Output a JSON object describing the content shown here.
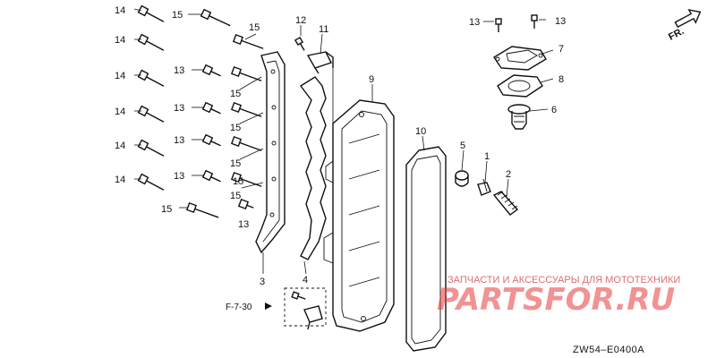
{
  "diagram": {
    "part_labels": [
      {
        "id": "p14a",
        "text": "14"
      },
      {
        "id": "p14b",
        "text": "14"
      },
      {
        "id": "p14c",
        "text": "14"
      },
      {
        "id": "p14d",
        "text": "14"
      },
      {
        "id": "p14e",
        "text": "14"
      },
      {
        "id": "p14f",
        "text": "14"
      },
      {
        "id": "p15a",
        "text": "15"
      },
      {
        "id": "p15b",
        "text": "15"
      },
      {
        "id": "p15c",
        "text": "15"
      },
      {
        "id": "p15d",
        "text": "15"
      },
      {
        "id": "p15e",
        "text": "15"
      },
      {
        "id": "p15f",
        "text": "15"
      },
      {
        "id": "p15g",
        "text": "15"
      },
      {
        "id": "p15h",
        "text": "15"
      },
      {
        "id": "p13a",
        "text": "13"
      },
      {
        "id": "p13b",
        "text": "13"
      },
      {
        "id": "p13c",
        "text": "13"
      },
      {
        "id": "p13d",
        "text": "13"
      },
      {
        "id": "p13e",
        "text": "13"
      },
      {
        "id": "p13f",
        "text": "13"
      },
      {
        "id": "p13g",
        "text": "13"
      },
      {
        "id": "p12",
        "text": "12"
      },
      {
        "id": "p11",
        "text": "11"
      },
      {
        "id": "p9",
        "text": "9"
      },
      {
        "id": "p10",
        "text": "10"
      },
      {
        "id": "p5",
        "text": "5"
      },
      {
        "id": "p1",
        "text": "1"
      },
      {
        "id": "p2",
        "text": "2"
      },
      {
        "id": "p7",
        "text": "7"
      },
      {
        "id": "p8",
        "text": "8"
      },
      {
        "id": "p6",
        "text": "6"
      },
      {
        "id": "p3",
        "text": "3"
      },
      {
        "id": "p4",
        "text": "4"
      }
    ],
    "direction_label": "FR.",
    "reference_label": "F-7-30",
    "diagram_code": "ZW54–E0400A"
  },
  "watermark": {
    "tagline": "ЗАПЧАСТИ И АКСЕССУАРЫ ДЛЯ МОТОТЕХНИКИ",
    "brand": "PARTSFOR.RU"
  },
  "colors": {
    "ink": "#111111",
    "watermark_red": "#e83a3a"
  }
}
